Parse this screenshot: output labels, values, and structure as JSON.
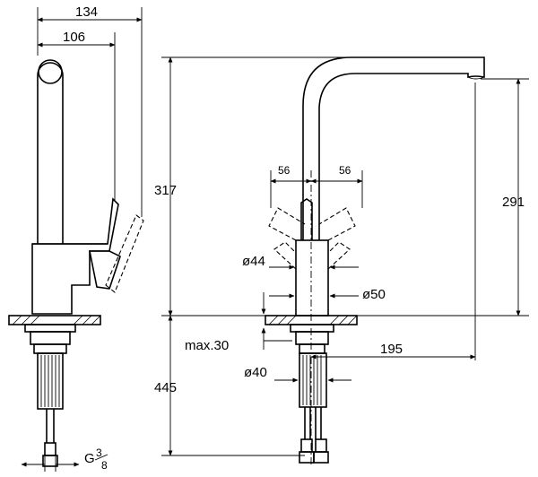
{
  "dimensions": {
    "side_width_total": "134",
    "side_width_spout": "106",
    "total_height": "317",
    "spout_height": "291",
    "handle_swing_left": "56",
    "handle_swing_right": "56",
    "body_diameter_upper": "ø44",
    "body_diameter_base": "ø50",
    "deck_thickness": "max.30",
    "reach": "195",
    "shank_diameter": "ø40",
    "hose_length": "445",
    "connection_thread": "G",
    "thread_num": "3",
    "thread_den": "8"
  }
}
